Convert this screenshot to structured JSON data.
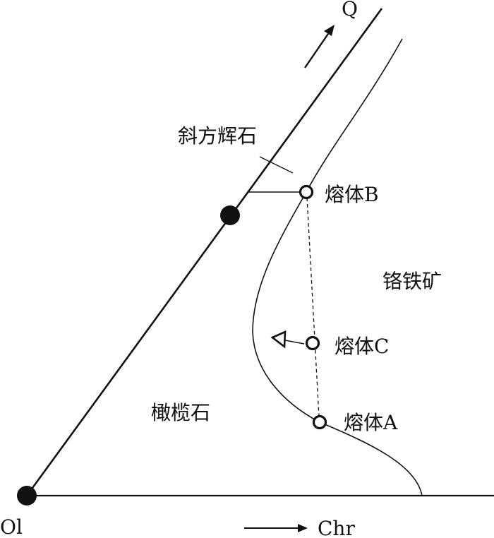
{
  "labels": {
    "q": "Q",
    "ol": "Ol",
    "chr": "Chr",
    "opx": "斜方辉石",
    "chromite": "铬铁矿",
    "olivine": "橄榄石",
    "melt_b": "熔体B",
    "melt_c": "熔体C",
    "melt_a": "熔体A"
  },
  "icons": {
    "q_arrow": "arrow-up-right-icon",
    "chr_arrow": "arrow-right-icon",
    "trend_arrow": "arrow-left-icon"
  },
  "colors": {
    "ink": "#111111",
    "background": "#ffffff"
  }
}
